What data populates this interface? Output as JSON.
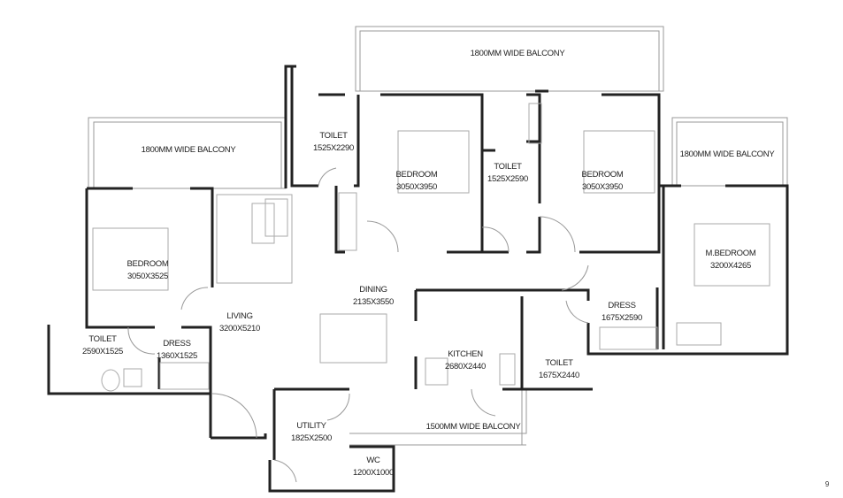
{
  "plan": {
    "rooms": {
      "balcony_top": {
        "name": "1800MM WIDE BALCONY"
      },
      "balcony_left": {
        "name": "1800MM WIDE BALCONY"
      },
      "balcony_right": {
        "name": "1800MM WIDE BALCONY"
      },
      "balcony_kitchen": {
        "name": "1500MM WIDE BALCONY"
      },
      "bedroom_left": {
        "name": "BEDROOM",
        "size": "3050X3525"
      },
      "toilet_top": {
        "name": "TOILET",
        "size": "1525X2290"
      },
      "bedroom_mid": {
        "name": "BEDROOM",
        "size": "3050X3950"
      },
      "toilet_mid": {
        "name": "TOILET",
        "size": "1525X2590"
      },
      "bedroom_right": {
        "name": "BEDROOM",
        "size": "3050X3950"
      },
      "master_bedroom": {
        "name": "M.BEDROOM",
        "size": "3200X4265"
      },
      "dining": {
        "name": "DINING",
        "size": "2135X3550"
      },
      "living": {
        "name": "LIVING",
        "size": "3200X5210"
      },
      "toilet_left": {
        "name": "TOILET",
        "size": "2590X1525"
      },
      "dress_left": {
        "name": "DRESS",
        "size": "1360X1525"
      },
      "dress_right": {
        "name": "DRESS",
        "size": "1675X2590"
      },
      "kitchen": {
        "name": "KITCHEN",
        "size": "2680X2440"
      },
      "toilet_right": {
        "name": "TOILET",
        "size": "1675X2440"
      },
      "utility": {
        "name": "UTILITY",
        "size": "1825X2500"
      },
      "wc": {
        "name": "WC",
        "size": "1200X1000"
      }
    },
    "page_number": "9"
  }
}
